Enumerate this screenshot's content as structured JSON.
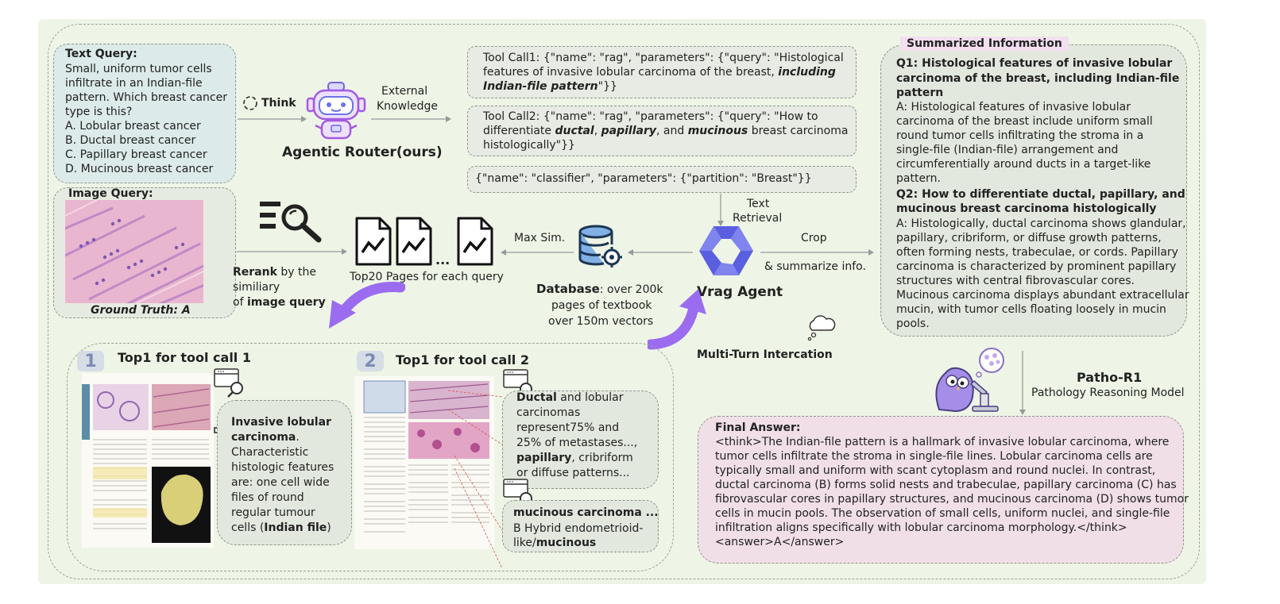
{
  "text_query": {
    "title": "Text Query:",
    "lines": [
      "Small, uniform tumor cells",
      "infiltrate in an Indian-file",
      "pattern. Which breast cancer",
      "type is this?",
      "A. Lobular breast cancer",
      "B. Ductal breast cancer",
      "C. Papillary breast cancer",
      "D. Mucinous breast cancer"
    ]
  },
  "think_label": "Think",
  "agentic_router": "Agentic Router(ours)",
  "external_knowledge": [
    "External",
    "Knowledge"
  ],
  "tool_call_1": {
    "line1": "Tool Call1: {\"name\": \"rag\", \"parameters\": {\"query\": \"Histological",
    "line2": "features of invasive lobular carcinoma of the breast, ",
    "line2_emph": "including",
    "line3_emph": "Indian-file pattern",
    "line3_tail": "\"}}"
  },
  "tool_call_2": {
    "line1": "Tool Call2: {\"name\": \"rag\", \"parameters\": {\"query\": \"How to",
    "line2_a": "differentiate ",
    "line2_b": "ductal",
    "line2_c": ", ",
    "line2_d": "papillary",
    "line2_e": ", and ",
    "line2_f": "mucinous",
    "line2_g": " breast carcinoma",
    "line3": "histologically\"}}"
  },
  "classifier_call": "{\"name\": \"classifier\", \"parameters\": {\"partition\": \"Breast\"}}",
  "text_retrieval": [
    "Text",
    "Retrieval"
  ],
  "image_query": {
    "title": "Image Query:",
    "ground_truth": "Ground Truth: A"
  },
  "rerank": {
    "word1": "Rerank",
    "rest1": " by the",
    "line2": "similiary",
    "line3_a": "of ",
    "line3_b": "image query"
  },
  "top20": "Top20 Pages for each query",
  "max_sim": "Max Sim.",
  "database": {
    "title": "Database",
    "line1": ": over 200k",
    "line2": "pages of textbook",
    "line3": "over 150m vectors"
  },
  "vrag_agent": "Vrag Agent",
  "crop": "Crop",
  "summarize": "& summarize info.",
  "multi_turn": "Multi-Turn Intercation",
  "summarized": {
    "header": "Summarized Information",
    "q1_title": [
      "Q1: Histological features of invasive lobular",
      "carcinoma of the breast, including Indian-file",
      "pattern"
    ],
    "a1": [
      "A: Histological features of invasive lobular",
      "carcinoma of the breast include uniform small",
      "round tumor cells infiltrating the stroma in a",
      "single-file (Indian-file) arrangement and",
      "circumferentially around ducts in a target-like",
      "pattern."
    ],
    "q2_title": [
      "Q2: How to differentiate ductal, papillary, and",
      "mucinous breast carcinoma histologically"
    ],
    "a2": [
      "A: Histologically, ductal carcinoma shows glandular,",
      "papillary, cribriform, or diffuse growth patterns,",
      "often forming nests, trabeculae, or cords. Papillary",
      "carcinoma is characterized by prominent papillary",
      "structures with central fibrovascular cores.",
      "Mucinous carcinoma displays abundant extracellular",
      "mucin, with tumor cells floating loosely in mucin",
      "pools."
    ]
  },
  "patho": {
    "name": "Patho-R1",
    "subtitle": "Pathology Reasoning Model"
  },
  "top1_call1": {
    "num": "1",
    "title": "Top1 for tool call 1",
    "text_a": "Invasive lobular",
    "text_b": "carcinoma",
    "text_c": ".",
    "lines": [
      "Characteristic",
      "histologic features",
      "are: one cell wide",
      "files of round",
      "regular tumour"
    ],
    "last_a": "cells (",
    "last_b": "Indian file",
    "last_c": ")"
  },
  "top1_call2": {
    "num": "2",
    "title": "Top1 for tool call 2",
    "box1_a": "Ductal",
    "box1_b": " and lobular",
    "box1_lines": [
      "carcinomas",
      "represent75% and",
      "25% of metastases...,"
    ],
    "box1_c": "papillary",
    "box1_d": ", cribriform",
    "box1_last": "or diffuse patterns...",
    "box2_title": "mucinous carcinoma ...",
    "box2_line2": "B Hybrid endometrioid-",
    "box2_line3_a": "like/",
    "box2_line3_b": "mucinous"
  },
  "final_answer": {
    "title": "Final Answer:",
    "lines": [
      "<think>The Indian-file pattern is a hallmark of invasive lobular carcinoma, where",
      "tumor cells infiltrate the stroma in single-file lines. Lobular carcinoma cells are",
      "typically small and uniform with scant cytoplasm and round nuclei. In contrast,",
      "ductal carcinoma (B) forms solid nests and trabeculae, papillary carcinoma (C) has",
      "fibrovascular cores in papillary structures, and mucinous carcinoma (D) shows tumor",
      "cells in mucin pools. The observation of small cells, uniform nuclei, and single-file",
      "infiltration aligns specifically with lobular carcinoma morphology.</think>",
      "<answer>A</answer>"
    ]
  },
  "colors": {
    "background": "#eef5e6",
    "router_purple": "#a45ae0",
    "agent_blue": "#5a5fe0",
    "arrow_purple": "#9b6cf0",
    "final_pink": "#f1dfe8",
    "query_teal": "#dcebea"
  }
}
